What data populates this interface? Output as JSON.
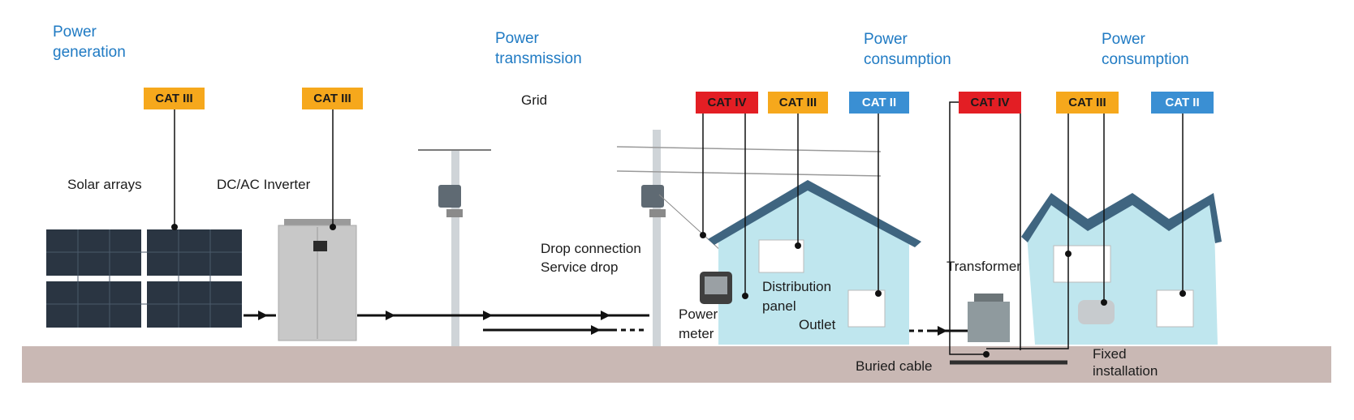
{
  "colors": {
    "section_heading": "#1f7ac3",
    "cat_iv": "#e31e24",
    "cat_iii": "#f6a81c",
    "cat_ii": "#3a8fd3",
    "ground": "#c9b8b4",
    "building_fill": "#bfe6ee",
    "roof": "#3f6580"
  },
  "sections": {
    "generation": [
      "Power",
      "generation"
    ],
    "transmission": [
      "Power",
      "transmission"
    ],
    "consumption_house": [
      "Power",
      "consumption"
    ],
    "consumption_factory": [
      "Power",
      "consumption"
    ]
  },
  "badges": {
    "solar": "CAT III",
    "inverter": "CAT III",
    "house_meter": "CAT IV",
    "house_panel": "CAT III",
    "house_outlet": "CAT II",
    "factory_transformer": "CAT IV",
    "factory_panel": "CAT III",
    "factory_outlet": "CAT II"
  },
  "labels": {
    "solar_arrays": "Solar arrays",
    "inverter": "DC/AC Inverter",
    "grid": "Grid",
    "drop_connection": "Drop connection",
    "service_drop": "Service drop",
    "power_meter": [
      "Power",
      "meter"
    ],
    "distribution_panel": [
      "Distribution",
      "panel"
    ],
    "outlet": "Outlet",
    "transformer": "Transformer",
    "buried_cable": "Buried cable",
    "fixed_installation": [
      "Fixed",
      "installation"
    ]
  }
}
